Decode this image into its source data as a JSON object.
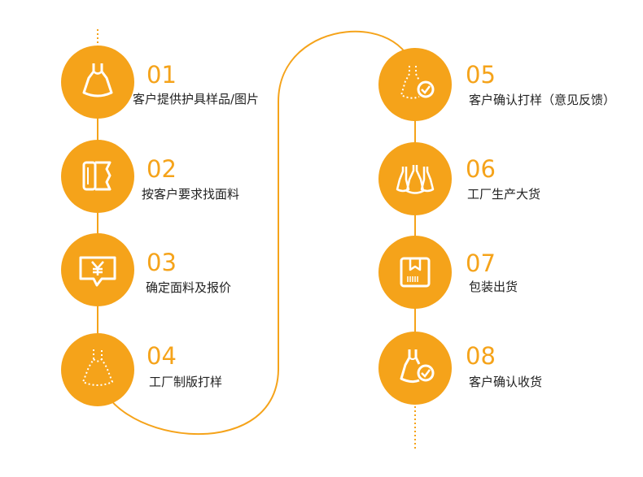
{
  "colors": {
    "accent": "#f5a31a",
    "text": "#222222"
  },
  "steps": [
    {
      "num": "01",
      "label": "客户提供护具样品/图片",
      "icon": "dress-icon"
    },
    {
      "num": "02",
      "label": "按客户要求找面料",
      "icon": "fabric-swatch-icon"
    },
    {
      "num": "03",
      "label": "确定面料及报价",
      "icon": "price-quote-icon"
    },
    {
      "num": "04",
      "label": "工厂制版打样",
      "icon": "dress-pattern-icon"
    },
    {
      "num": "05",
      "label": "客户确认打样（意见反馈）",
      "icon": "dress-check-icon"
    },
    {
      "num": "06",
      "label": "工厂生产大货",
      "icon": "dresses-production-icon"
    },
    {
      "num": "07",
      "label": "包装出货",
      "icon": "package-icon"
    },
    {
      "num": "08",
      "label": "客户确认收货",
      "icon": "dress-received-icon"
    }
  ]
}
